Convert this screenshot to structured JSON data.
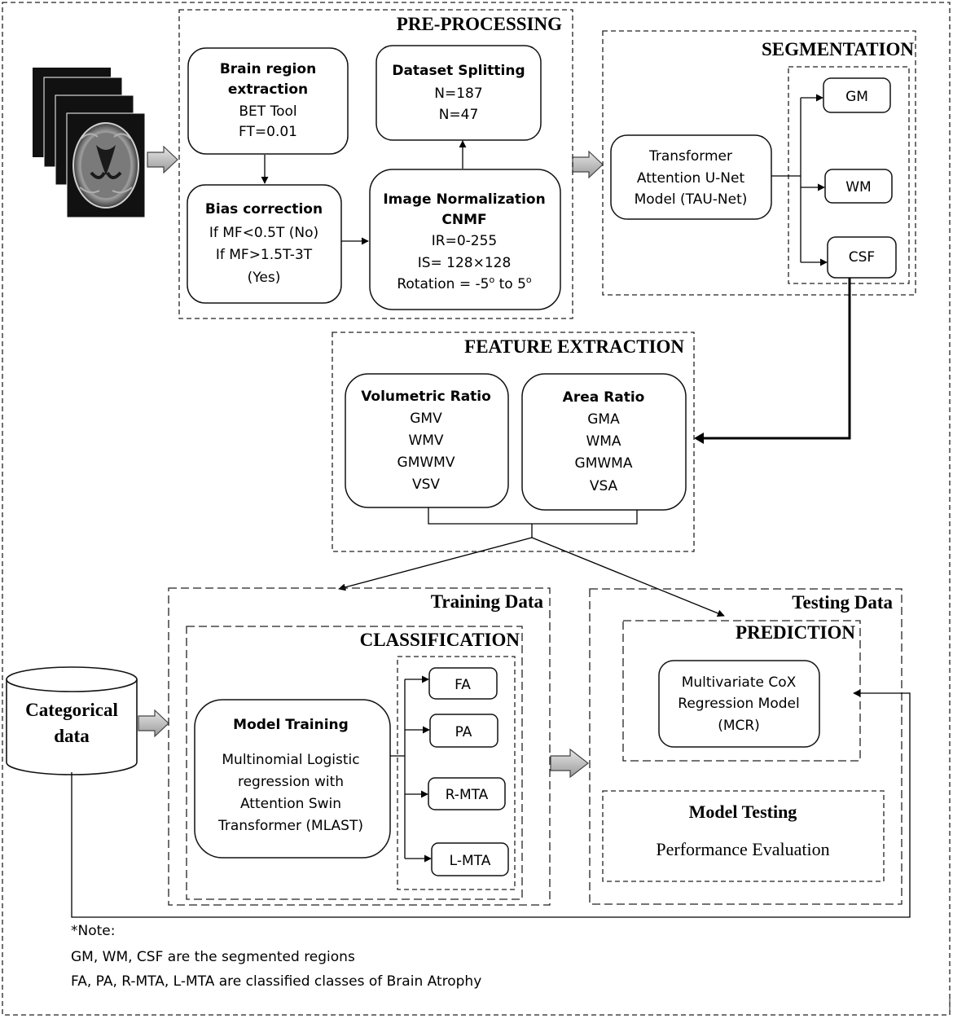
{
  "sections": {
    "preprocessing": "PRE-PROCESSING",
    "segmentation": "SEGMENTATION",
    "feature_extraction": "FEATURE EXTRACTION",
    "training_data": "Training Data",
    "testing_data": "Testing Data",
    "classification": "CLASSIFICATION",
    "prediction": "PREDICTION"
  },
  "preprocessing": {
    "brain_extraction": {
      "title1": "Brain region",
      "title2": "extraction",
      "line1": "BET Tool",
      "line2": "FT=0.01"
    },
    "bias_correction": {
      "title": "Bias correction",
      "line1": "If MF<0.5T (No)",
      "line2": "If MF>1.5T-3T",
      "line3": "(Yes)"
    },
    "dataset_splitting": {
      "title": "Dataset Splitting",
      "line1": "N=187",
      "line2": "N=47"
    },
    "normalization": {
      "title1": "Image Normalization",
      "title2": "CNMF",
      "line1": "IR=0-255",
      "line2": "IS= 128×128",
      "rotation_prefix": "Rotation = -5",
      "rotation_mid": " to 5",
      "degree": "o"
    }
  },
  "segmentation": {
    "model": {
      "line1": "Transformer",
      "line2": "Attention U-Net",
      "line3": "Model (TAU-Net)"
    },
    "outputs": [
      "GM",
      "WM",
      "CSF"
    ]
  },
  "features": {
    "volumetric": {
      "title": "Volumetric Ratio",
      "items": [
        "GMV",
        "WMV",
        "GMWMV",
        "VSV"
      ]
    },
    "area": {
      "title": "Area Ratio",
      "items": [
        "GMA",
        "WMA",
        "GMWMA",
        "VSA"
      ]
    }
  },
  "categorical": {
    "line1": "Categorical",
    "line2": "data"
  },
  "classification": {
    "title": "Model Training",
    "lines": [
      "Multinomial Logistic",
      "regression with",
      "Attention Swin",
      "Transformer (MLAST)"
    ],
    "classes": [
      "FA",
      "PA",
      "R-MTA",
      "L-MTA"
    ]
  },
  "prediction": {
    "line1": "Multivariate CoX",
    "line2": "Regression Model",
    "line3": "(MCR)"
  },
  "testing": {
    "title": "Model Testing",
    "subtitle": "Performance Evaluation"
  },
  "note": {
    "heading": "*Note:",
    "line1": "GM, WM, CSF are the segmented regions",
    "line2": "FA, PA, R-MTA, L-MTA are classified classes of Brain Atrophy"
  }
}
